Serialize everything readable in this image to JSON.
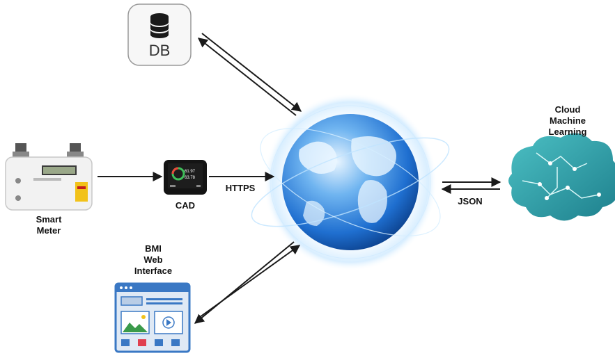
{
  "nodes": {
    "db": {
      "label": "DB"
    },
    "smart_meter": {
      "label_line1": "Smart",
      "label_line2": "Meter"
    },
    "cad": {
      "label": "CAD",
      "screen_value1": "61.97",
      "screen_value2": "63.78"
    },
    "cloud_ml": {
      "label_line1": "Cloud",
      "label_line2": "Machine",
      "label_line3": "Learning"
    },
    "bmi": {
      "label_line1": "BMI",
      "label_line2": "Web",
      "label_line3": "Interface"
    }
  },
  "edges": {
    "cad_to_internet": "HTTPS",
    "internet_to_cloud": "JSON"
  },
  "colors": {
    "globe_blue": "#1f6fd0",
    "brain_teal": "#2aa0a8",
    "bmi_blue": "#3a78c4",
    "arrow": "#1a1a1a"
  }
}
